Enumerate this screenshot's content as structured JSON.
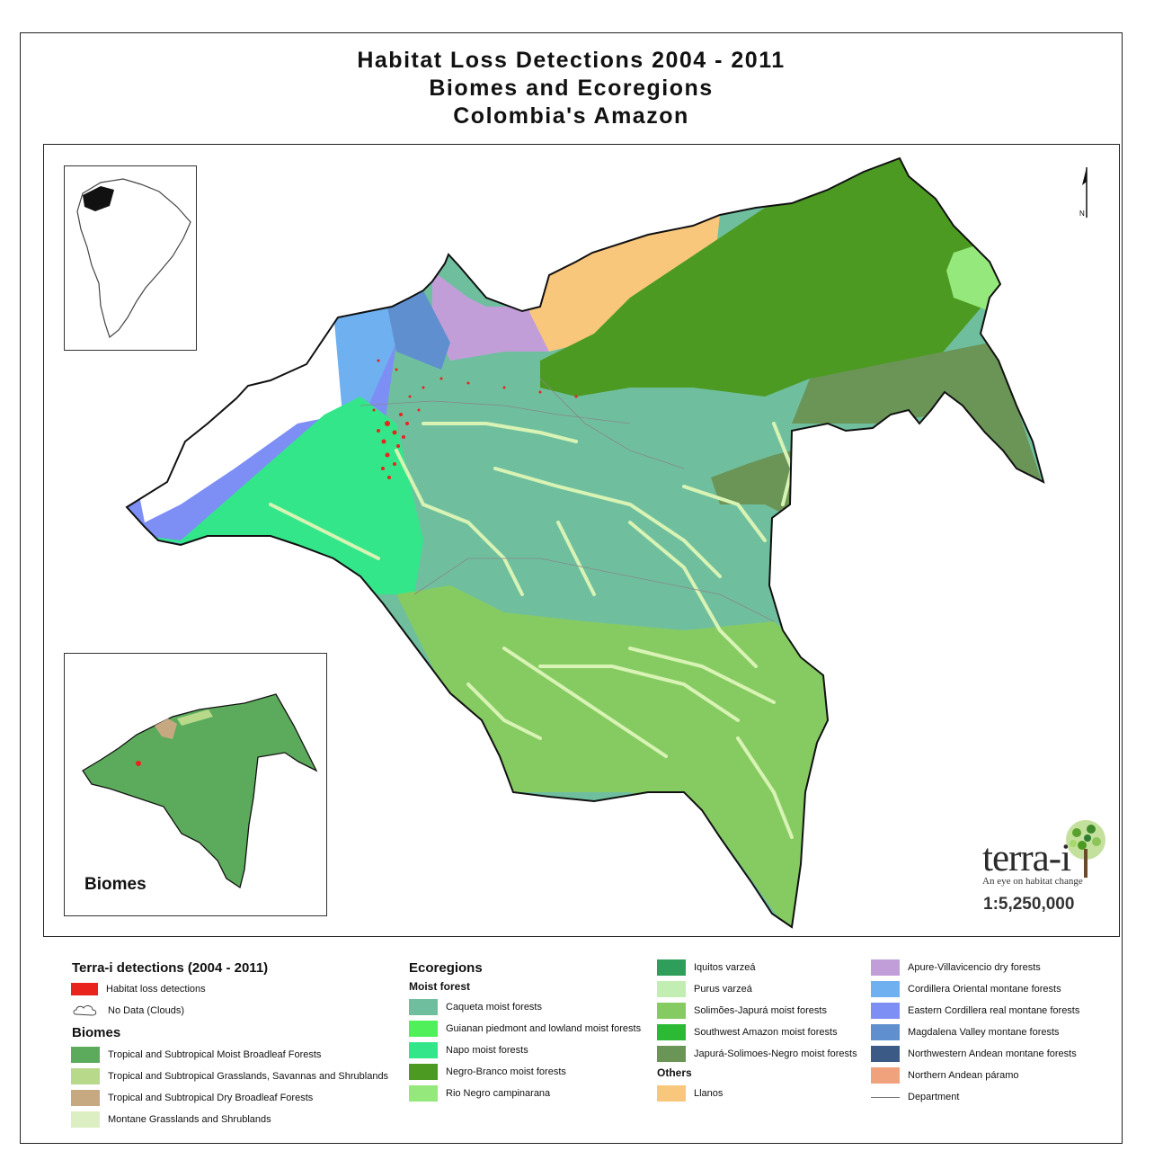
{
  "title": {
    "line1": "Habitat Loss Detections 2004 - 2011",
    "line2": "Biomes and Ecoregions",
    "line3": "Colombia's Amazon"
  },
  "inset": {
    "biomes_label": "Biomes"
  },
  "north_arrow": {
    "label": "N"
  },
  "logo": {
    "wordmark": "terra-i",
    "tagline": "An eye on habitat change"
  },
  "scale": "1:5,250,000",
  "colors": {
    "habitat_loss": "#e8241c",
    "caqueta": "#6fbf9f",
    "guianan": "#4ff05a",
    "napo": "#33e68a",
    "negro_branco": "#4c9a22",
    "rio_negro": "#95e87b",
    "iquitos": "#2e9e5a",
    "purus": "#c3eeb3",
    "solimoes_japura": "#86cb62",
    "southwest_amazon": "#2cba35",
    "japura_solimoes_negro": "#6b9557",
    "apure": "#c29ed9",
    "cordillera_oriental": "#6eb0f0",
    "eastern_cordillera": "#7d8ef5",
    "magdalena": "#5f8fcf",
    "northwestern_andean": "#3c5a86",
    "paramo": "#f0a27c",
    "llanos": "#f8c77c",
    "biome_moist": "#5cab5c",
    "biome_grass": "#b8d98a",
    "biome_dry": "#c6a981",
    "biome_montane": "#dcefc2",
    "river": "#d8f3b4"
  },
  "legend": {
    "terrai": {
      "heading": "Terra-i detections (2004 - 2011)",
      "items": [
        "Habitat loss detections",
        "No Data (Clouds)"
      ]
    },
    "biomes": {
      "heading": "Biomes",
      "items": [
        "Tropical and Subtropical Moist Broadleaf Forests",
        "Tropical and Subtropical Grasslands, Savannas and Shrublands",
        "Tropical and Subtropical Dry Broadleaf Forests",
        "Montane Grasslands and Shrublands"
      ]
    },
    "ecoregions": {
      "heading": "Ecoregions",
      "moist_heading": "Moist forest",
      "moist_items": [
        "Caqueta moist forests",
        "Guianan piedmont and lowland moist forests",
        "Napo moist forests",
        "Negro-Branco moist forests",
        "Rio Negro campinarana"
      ],
      "col3_items": [
        "Iquitos varzeá",
        "Purus varzeá",
        "Solimões-Japurá moist forests",
        "Southwest Amazon moist forests",
        "Japurá-Solimoes-Negro moist forests"
      ],
      "others_heading": "Others",
      "others_items": [
        "Llanos"
      ],
      "col4_items": [
        "Apure-Villavicencio dry forests",
        "Cordillera Oriental montane forests",
        "Eastern Cordillera real montane forests",
        "Magdalena Valley montane forests",
        "Northwestern Andean montane forests",
        "Northern Andean páramo",
        "Department"
      ]
    }
  }
}
